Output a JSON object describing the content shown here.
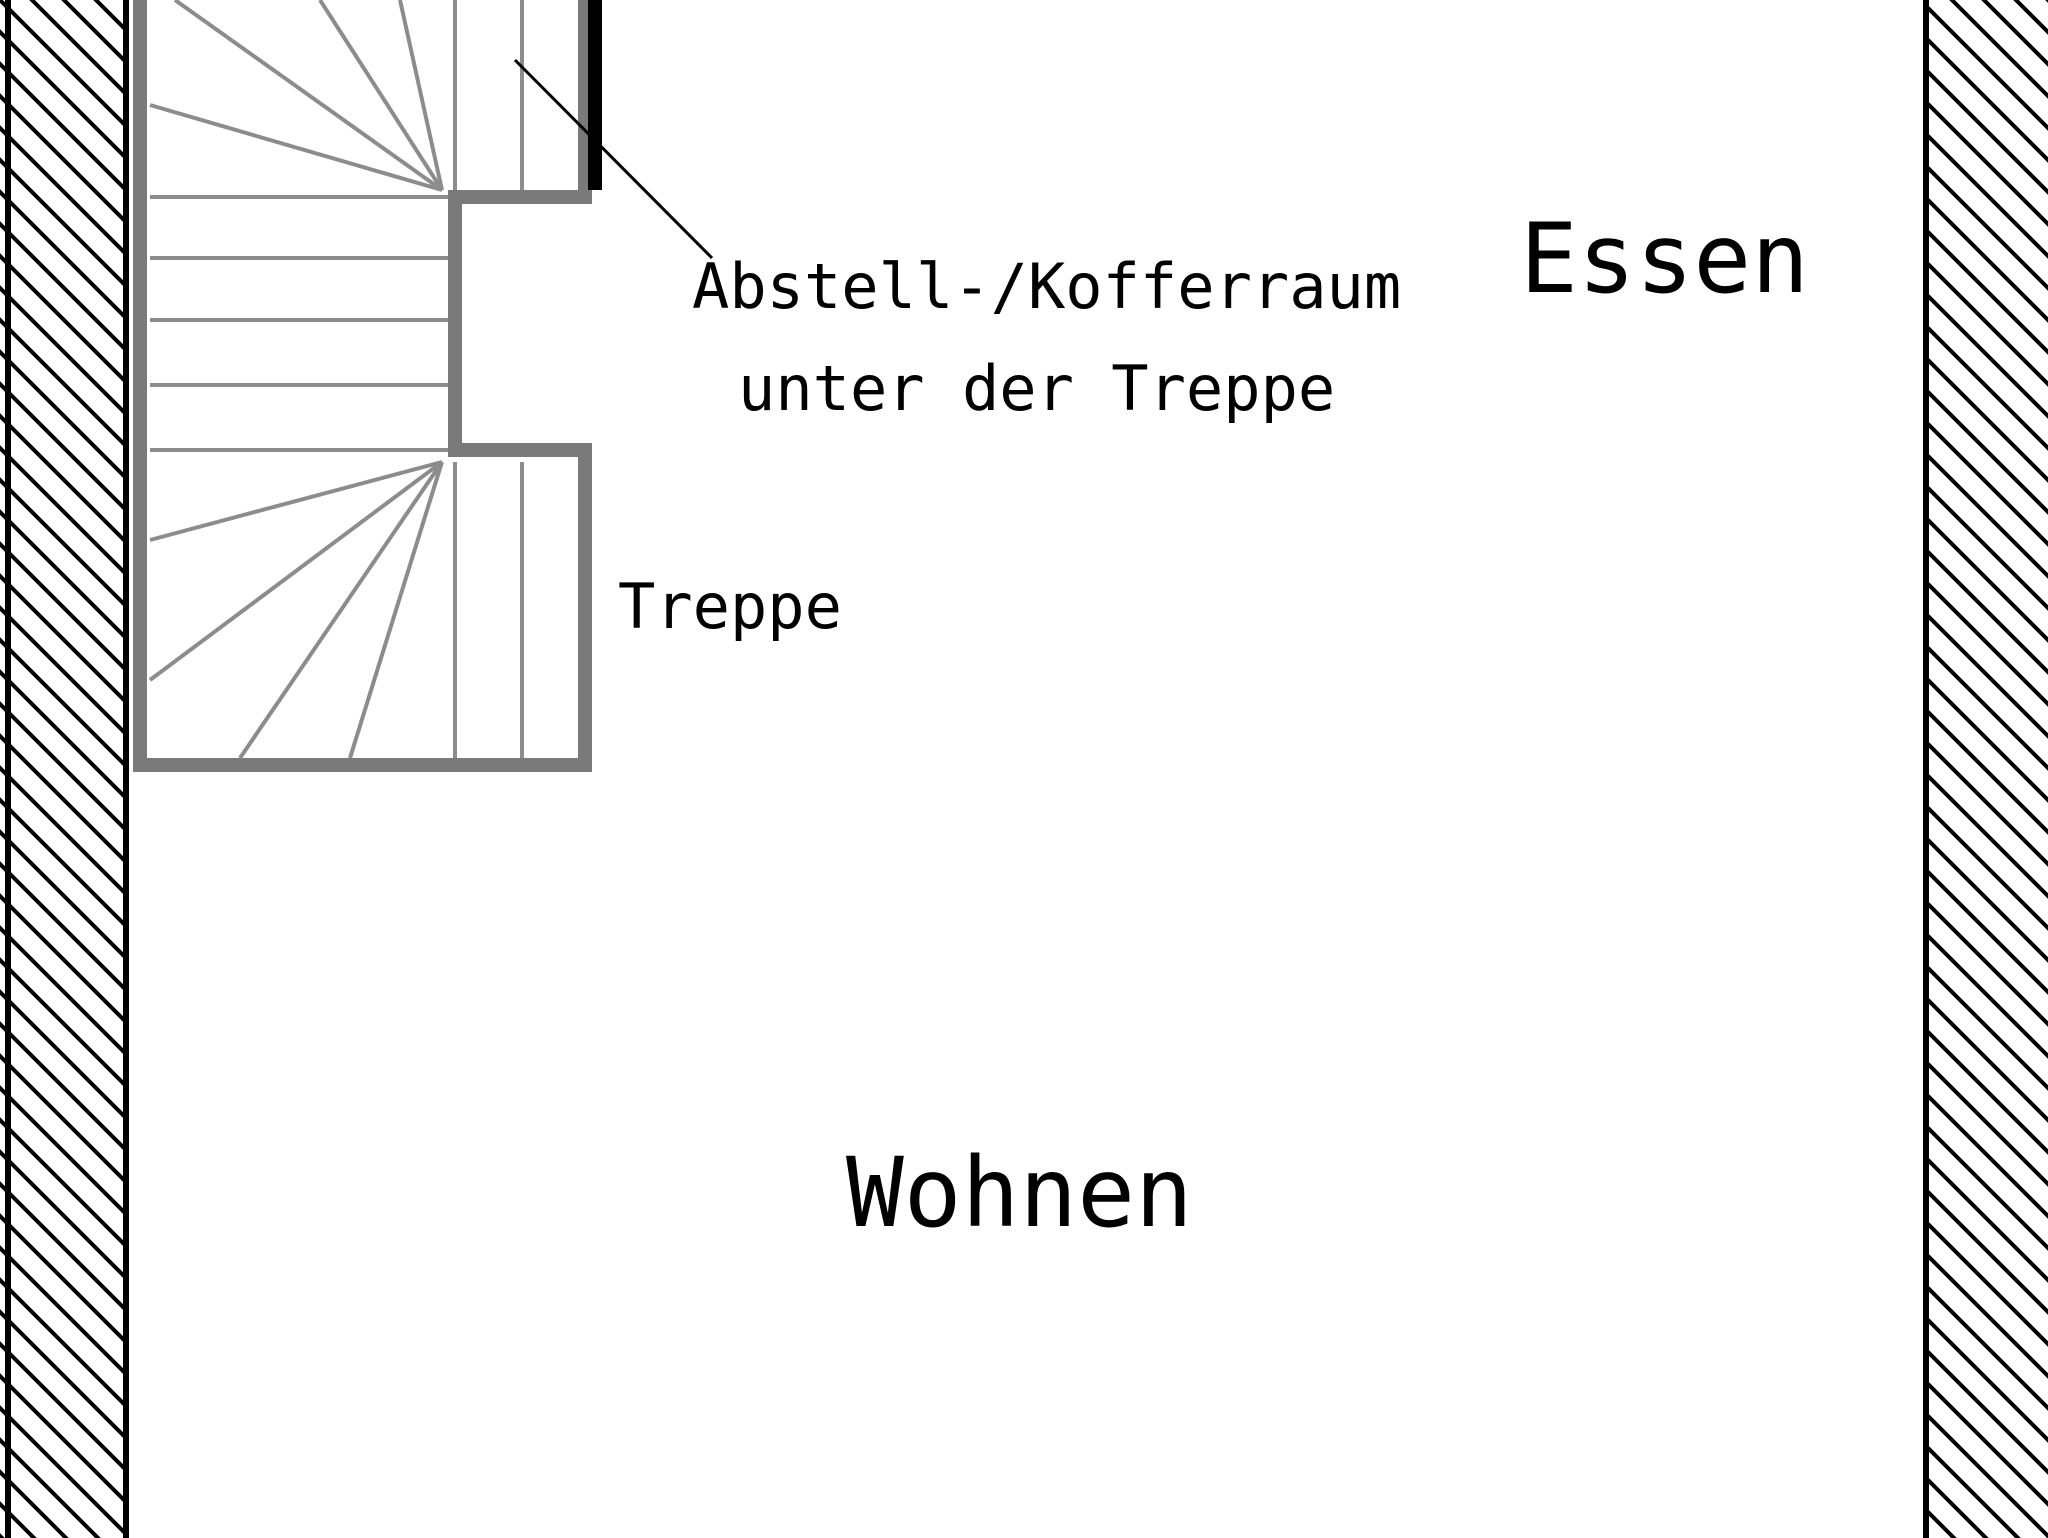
{
  "plan": {
    "rooms": {
      "essen": "Essen",
      "wohnen": "Wohnen"
    },
    "annotations": {
      "storage_line1": "Abstell-/Kofferraum",
      "storage_line2": "unter der Treppe",
      "stairs": "Treppe"
    },
    "colors": {
      "wall_hatch": "#000000",
      "stair_outline": "#7a7a7a",
      "stair_lines": "#8c8c8c",
      "background": "#ffffff"
    }
  }
}
